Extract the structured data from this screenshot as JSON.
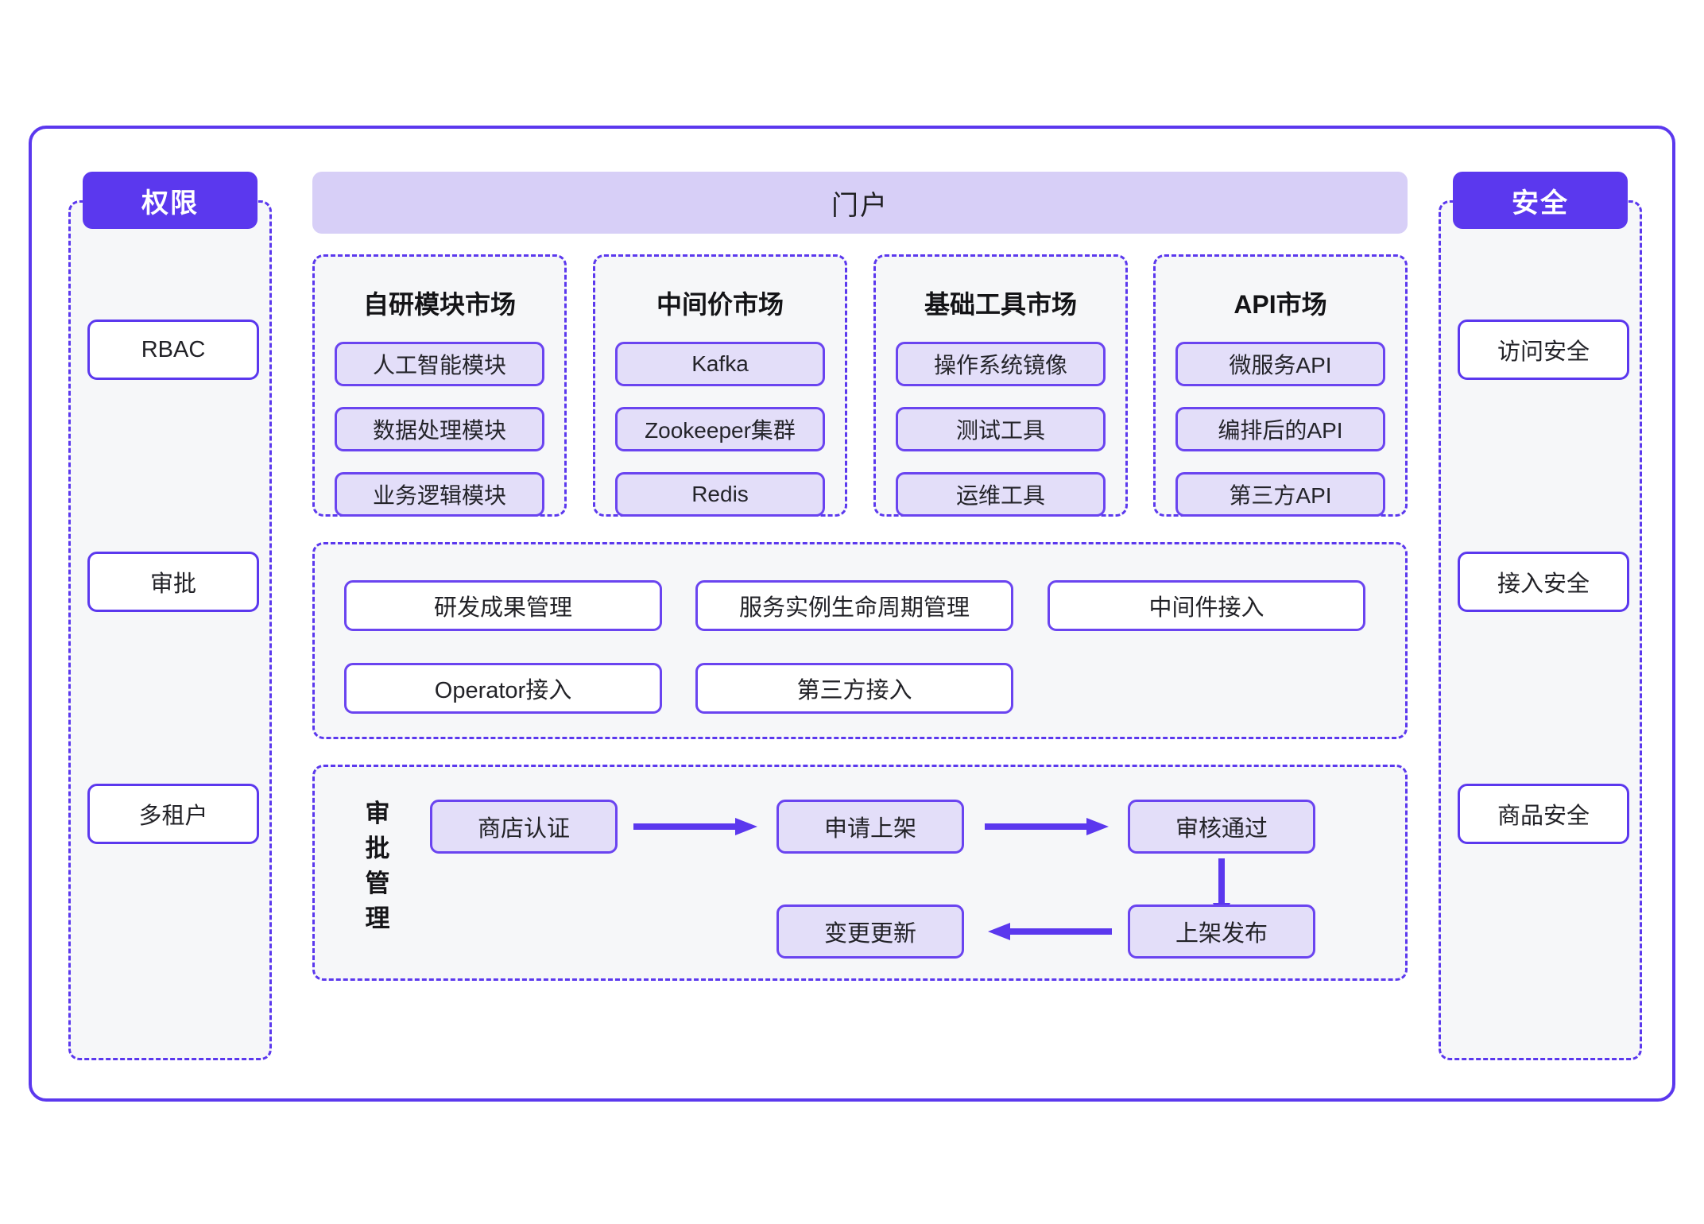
{
  "diagram": {
    "portal": {
      "title": "门户"
    },
    "left_column": {
      "header": "权限",
      "items": [
        {
          "label": "RBAC"
        },
        {
          "label": "审批"
        },
        {
          "label": "多租户"
        }
      ]
    },
    "right_column": {
      "header": "安全",
      "items": [
        {
          "label": "访问安全"
        },
        {
          "label": "接入安全"
        },
        {
          "label": "商品安全"
        }
      ]
    },
    "markets": [
      {
        "title": "自研模块市场",
        "chips": [
          "人工智能模块",
          "数据处理模块",
          "业务逻辑模块"
        ]
      },
      {
        "title": "中间价市场",
        "chips": [
          "Kafka",
          "Zookeeper集群",
          "Redis"
        ]
      },
      {
        "title": "基础工具市场",
        "chips": [
          "操作系统镜像",
          "测试工具",
          "运维工具"
        ]
      },
      {
        "title": "API市场",
        "chips": [
          "微服务API",
          "编排后的API",
          "第三方API"
        ]
      }
    ],
    "capabilities": [
      "研发成果管理",
      "服务实例生命周期管理",
      "中间件接入",
      "Operator接入",
      "第三方接入"
    ],
    "approval": {
      "label": "审批管理",
      "nodes": [
        "商店认证",
        "申请上架",
        "审核通过",
        "上架发布",
        "变更更新"
      ]
    },
    "colors": {
      "accent": "#5B38EE",
      "chip_fill": "#E3DEF9",
      "portal_fill": "#D7CFF7",
      "panel_fill": "#F6F7F9"
    }
  }
}
